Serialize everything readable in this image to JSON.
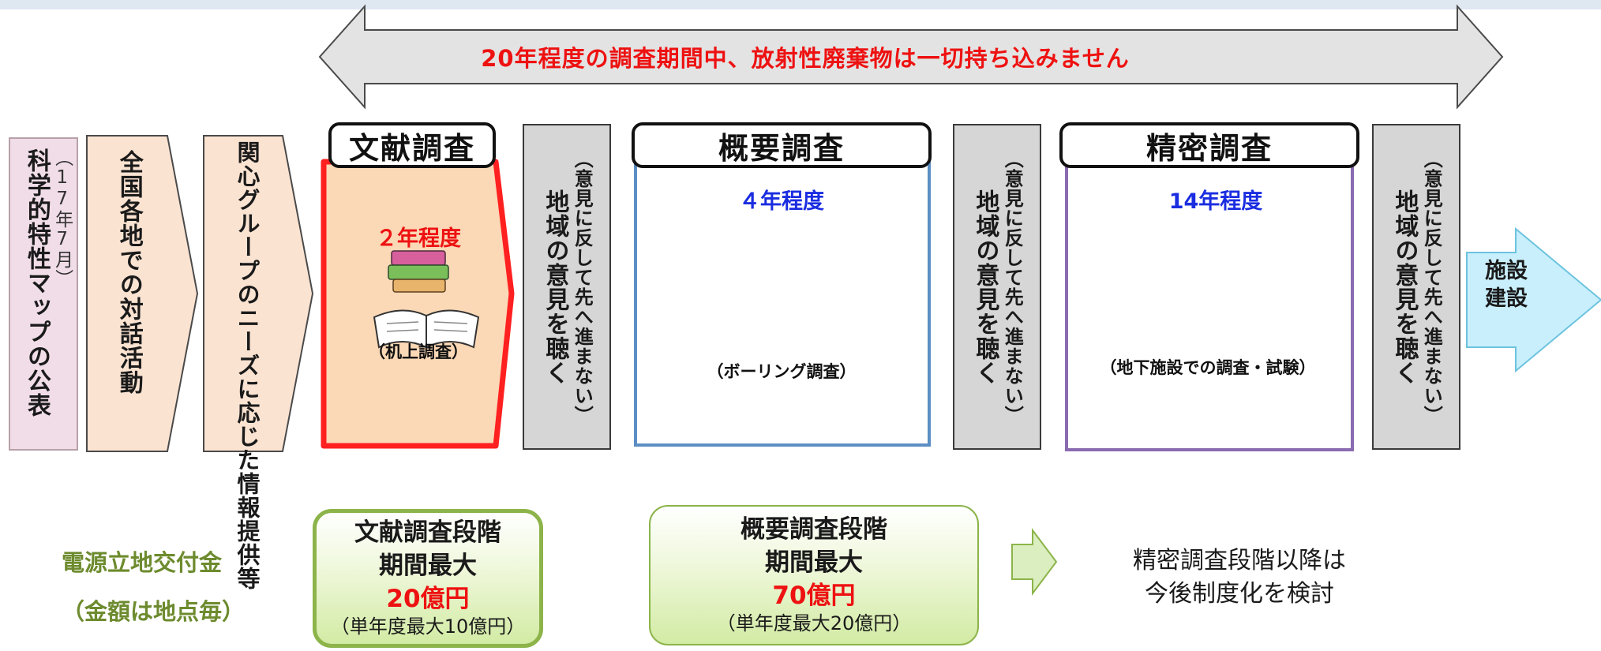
{
  "banner": {
    "text": "20年程度の調査期間中、放射性廃棄物は一切持ち込みません"
  },
  "pre_steps": [
    {
      "main": "科学的特性マップの公表",
      "sub": "（17年7月）"
    },
    {
      "main": "全国各地での対話活動"
    },
    {
      "main": "関心グループのニーズに応じた情報提供等"
    }
  ],
  "stages": [
    {
      "title": "文献調査",
      "years": "２年程度",
      "caption": "（机上調査）",
      "years_color": "#ee1111",
      "border_color": "#ff2020",
      "fill_color": "#fbd8b6"
    },
    {
      "title": "概要調査",
      "years": "４年程度",
      "caption": "（ボーリング調査）",
      "years_color": "#1a2de0",
      "border_color": "#5b8fc4",
      "fill_color": "#ffffff"
    },
    {
      "title": "精密調査",
      "years": "14年程度",
      "caption": "（地下施設での調査・試験）",
      "years_color": "#1a2de0",
      "border_color": "#8a6bb0",
      "fill_color": "#ffffff"
    }
  ],
  "gates": [
    {
      "main": "地域の意見を聴く",
      "sub": "（意見に反して先へ進まない）"
    },
    {
      "main": "地域の意見を聴く",
      "sub": "（意見に反して先へ進まない）"
    },
    {
      "main": "地域の意見を聴く",
      "sub": "（意見に反して先へ進まない）"
    }
  ],
  "construction": {
    "label_line1": "施設",
    "label_line2": "建設"
  },
  "funding": {
    "label_line1": "電源立地交付金",
    "label_line2": "（金額は地点毎）",
    "stage1": {
      "line1": "文献調査段階",
      "line2": "期間最大",
      "amount": "20億円",
      "note": "（単年度最大10億円）"
    },
    "stage2": {
      "line1": "概要調査段階",
      "line2": "期間最大",
      "amount": "70億円",
      "note": "（単年度最大20億円）"
    },
    "future_line1": "精密調査段階以降は",
    "future_line2": "今後制度化を検討"
  },
  "colors": {
    "banner_arrow_fill": "#e3e3e3",
    "flow_arrow_fill": "#c9effc",
    "flow_arrow_stroke": "#6cc3df",
    "pre_step_fill": "#fbe3d2",
    "pre_step_first_fill": "#f1dde8",
    "fund_border": "#8cb44a",
    "small_arrow_fill": "#dbeec0"
  }
}
